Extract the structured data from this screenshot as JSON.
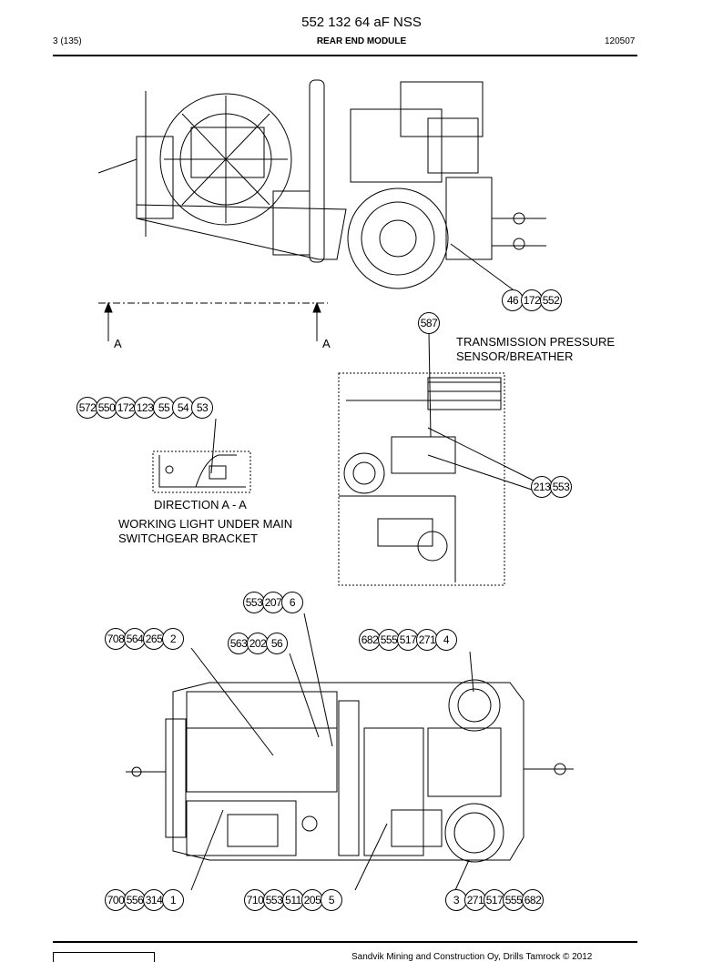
{
  "header": {
    "title": "552 132 64 aF NSS",
    "page": "3 (135)",
    "section": "REAR END MODULE",
    "date": "120507"
  },
  "labels": {
    "section_mark_left": "A",
    "section_mark_right": "A",
    "transmission_line1": "TRANSMISSION PRESSURE",
    "transmission_line2": "SENSOR/BREATHER",
    "direction": "DIRECTION A - A",
    "working_light_line1": "WORKING LIGHT UNDER MAIN",
    "working_light_line2": "SWITCHGEAR BRACKET"
  },
  "callouts": {
    "g46": [
      "46",
      "172",
      "552"
    ],
    "g587": [
      "587"
    ],
    "g572": [
      "572",
      "550",
      "172",
      "123",
      "55",
      "54",
      "53"
    ],
    "g213": [
      "213",
      "553"
    ],
    "g553": [
      "553",
      "207",
      "6"
    ],
    "g708": [
      "708",
      "564",
      "265",
      "2"
    ],
    "g563": [
      "563",
      "202",
      "56"
    ],
    "g682": [
      "682",
      "555",
      "517",
      "271",
      "4"
    ],
    "g700": [
      "700",
      "556",
      "314",
      "1"
    ],
    "g710": [
      "710",
      "553",
      "511",
      "205",
      "5"
    ],
    "g3": [
      "3",
      "271",
      "517",
      "555",
      "682"
    ]
  },
  "footer": {
    "text": "Sandvik Mining and Construction Oy, Drills Tamrock © 2012"
  }
}
